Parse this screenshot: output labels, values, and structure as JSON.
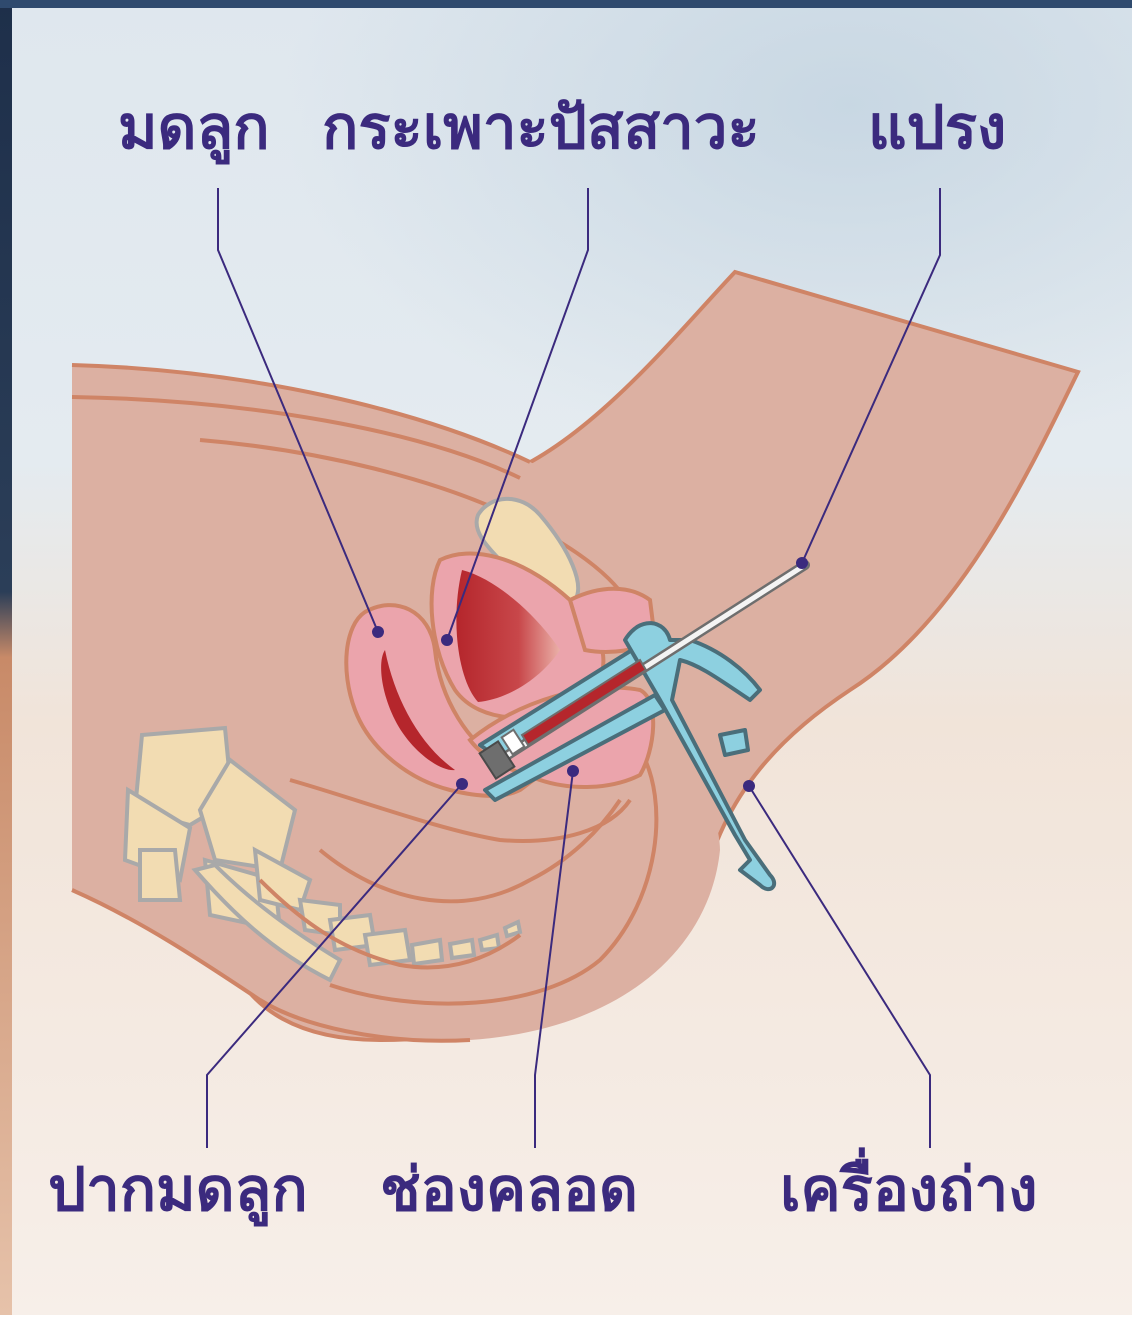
{
  "labels": {
    "uterus": "มดลูก",
    "bladder": "กระเพาะปัสสาวะ",
    "brush": "แปรง",
    "cervix": "ปากมดลูก",
    "vagina": "ช่องคลอด",
    "speculum": "เครื่องถ่าง"
  },
  "colors": {
    "label_text": "#3b2a7e",
    "leader_line": "#3b2a7e",
    "skin": "#dcb0a2",
    "outline": "#cf8466",
    "bone": "#f2dcb2",
    "organ_pink": "#eba4ac",
    "organ_red": "#b5262c",
    "speculum": "#8dd0e0"
  },
  "icons": [
    "pelvis-cross-section",
    "speculum-icon",
    "brush-icon"
  ]
}
